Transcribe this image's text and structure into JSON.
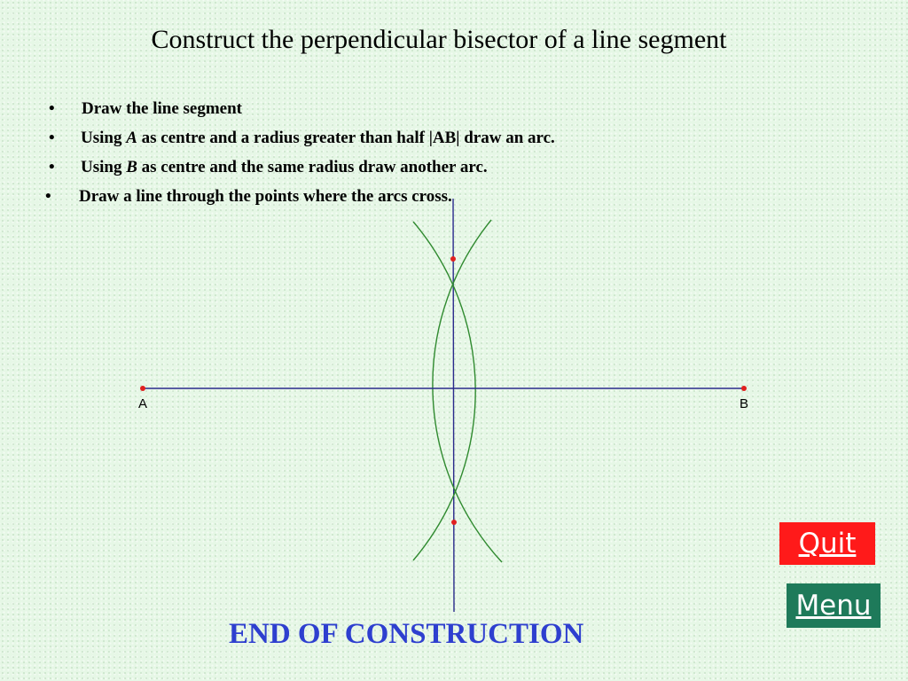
{
  "title": "Construct the perpendicular bisector of a line segment",
  "steps": [
    {
      "bullet": "•",
      "before": "Draw the line segment",
      "italic": "",
      "after": ""
    },
    {
      "bullet": "•",
      "before": "Using ",
      "italic": "A",
      "after": " as centre and a radius greater than half |AB| draw an arc."
    },
    {
      "bullet": "•",
      "before": "Using ",
      "italic": "B",
      "after": " as centre and the same radius draw another arc."
    },
    {
      "bullet": "•",
      "before": "Draw a line through the points where the arcs cross.",
      "italic": "",
      "after": ""
    }
  ],
  "diagram": {
    "label_a": "A",
    "label_b": "B",
    "segment_color": "#2a2a8c",
    "bisector_color": "#2a2a8c",
    "arc_color": "#2f8a2f",
    "point_color": "#e02020"
  },
  "end_text": "END OF CONSTRUCTION",
  "buttons": {
    "quit_label": "Quit",
    "quit_color": "#ff1a1a",
    "menu_label": "Menu",
    "menu_color": "#1e7a5a"
  }
}
